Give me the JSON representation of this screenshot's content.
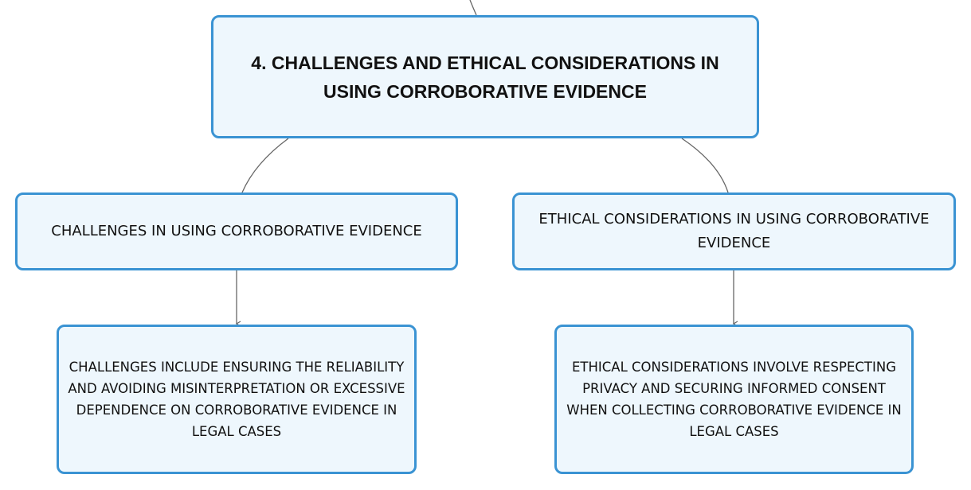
{
  "mindmap": {
    "root": {
      "text": "4. CHALLENGES AND ETHICAL CONSIDERATIONS IN USING CORROBORATIVE EVIDENCE"
    },
    "branches": [
      {
        "title": "CHALLENGES IN USING CORROBORATIVE EVIDENCE",
        "detail": "CHALLENGES INCLUDE ENSURING THE RELIABILITY AND AVOIDING MISINTERPRETATION OR EXCESSIVE DEPENDENCE ON CORROBORATIVE EVIDENCE IN LEGAL CASES"
      },
      {
        "title": "ETHICAL CONSIDERATIONS IN USING CORROBORATIVE EVIDENCE",
        "detail": "ETHICAL CONSIDERATIONS INVOLVE RESPECTING PRIVACY AND SECURING INFORMED CONSENT WHEN COLLECTING CORROBORATIVE EVIDENCE IN LEGAL CASES"
      }
    ],
    "colors": {
      "node_border": "#3a93d3",
      "node_fill": "#eef7fd",
      "connector": "#666666",
      "text": "#111111"
    }
  }
}
